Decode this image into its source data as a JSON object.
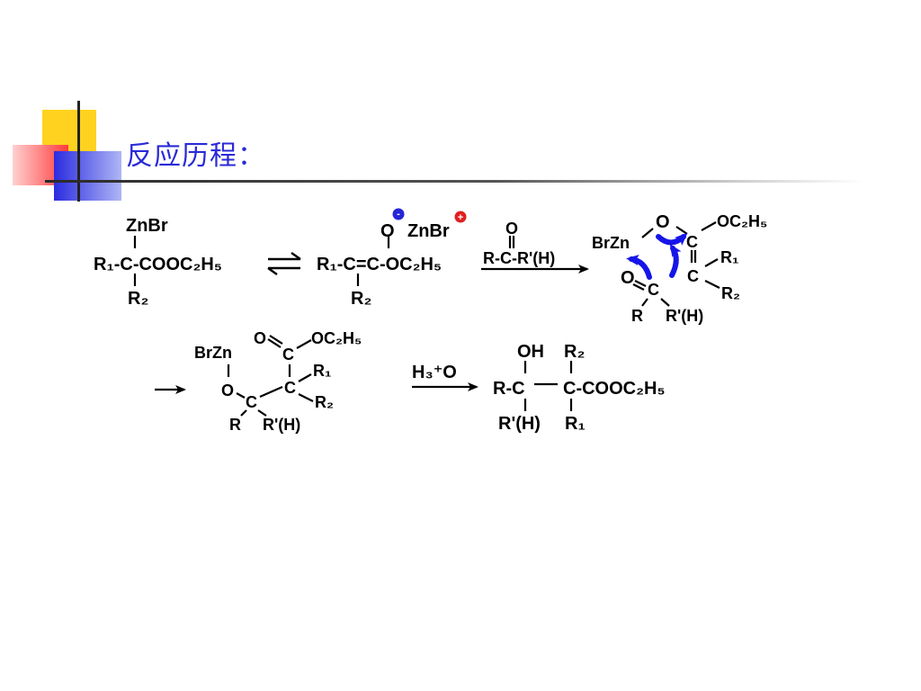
{
  "slide": {
    "title": "反应历程：",
    "accent_colors": {
      "yellow": "#ffd21f",
      "blue": "#3939e0",
      "red": "#ff3333",
      "title": "#2a2ad8",
      "arrow_blue": "#1515e8"
    }
  },
  "labels": {
    "znbr": "ZnBr",
    "brzn": "BrZn",
    "o": "O",
    "oh": "OH",
    "c": "C",
    "r": "R",
    "r_prime_h": "R'(H)",
    "oc2h5": "OC₂H₅",
    "r1": "R₁",
    "r2": "R₂",
    "r1_c_cooc2h5": "R₁-C-COOC₂H₅",
    "r1_c_eq_c_oc2h5": "R₁-C=C-OC₂H₅",
    "carbonyl": "R-C-R'(H)",
    "h3o": "H₃⁺O",
    "r_c": "R-C",
    "c_cooc2h5": "C-COOC₂H₅",
    "minus_charge": "-",
    "plus_charge": "+"
  }
}
